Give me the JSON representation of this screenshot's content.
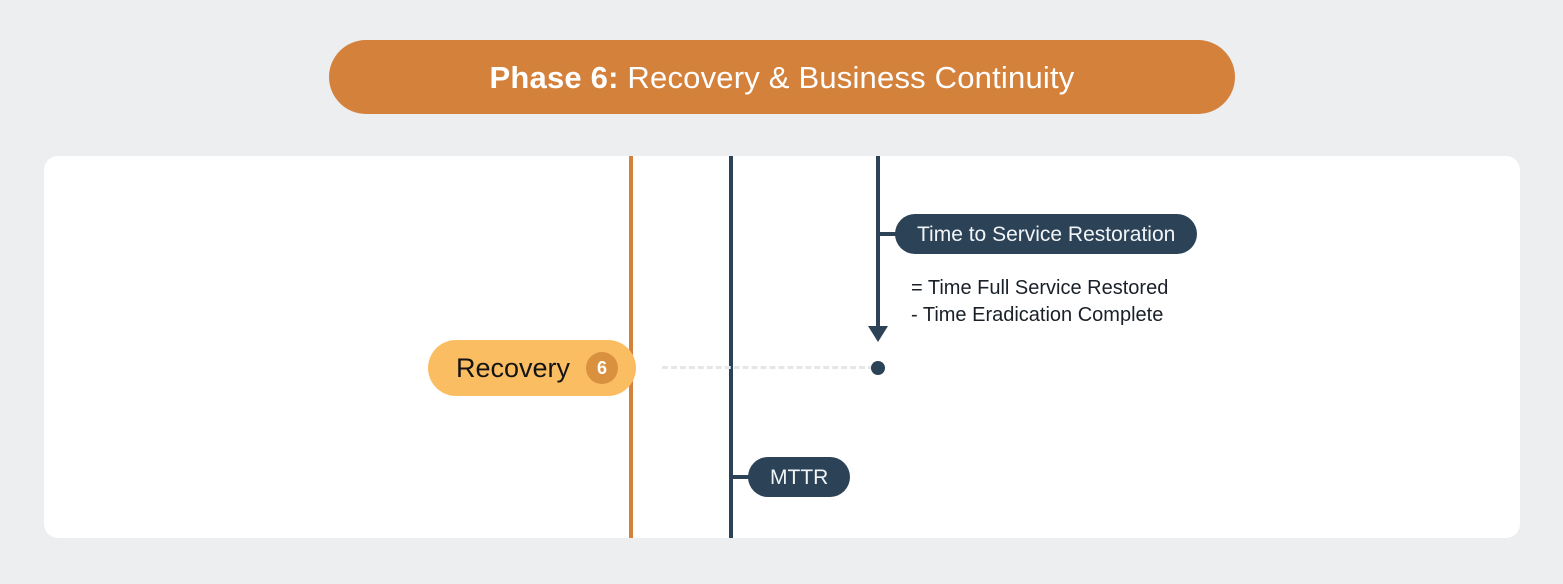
{
  "banner": {
    "prefix": "Phase 6:",
    "title": " Recovery & Business Continuity",
    "color": "#d4813c"
  },
  "card": {
    "background": "#ffffff"
  },
  "markers": {
    "orange_line_color": "#d4813c",
    "navy_line_color": "#2b4257",
    "dashed_line_color": "#e4e6e9",
    "node_dot_color": "#2b4257"
  },
  "phase_node": {
    "label": "Recovery",
    "number": "6",
    "pill_color": "#fbbd62",
    "badge_color": "#d9913f"
  },
  "metrics": [
    {
      "id": "time-to-service-restoration",
      "label": "Time to Service Restoration",
      "pill_color": "#2b4257"
    },
    {
      "id": "mttr",
      "label": "MTTR",
      "pill_color": "#2b4257"
    }
  ],
  "formula": {
    "line1": "= Time Full Service Restored",
    "line2": "- Time Eradication Complete"
  }
}
